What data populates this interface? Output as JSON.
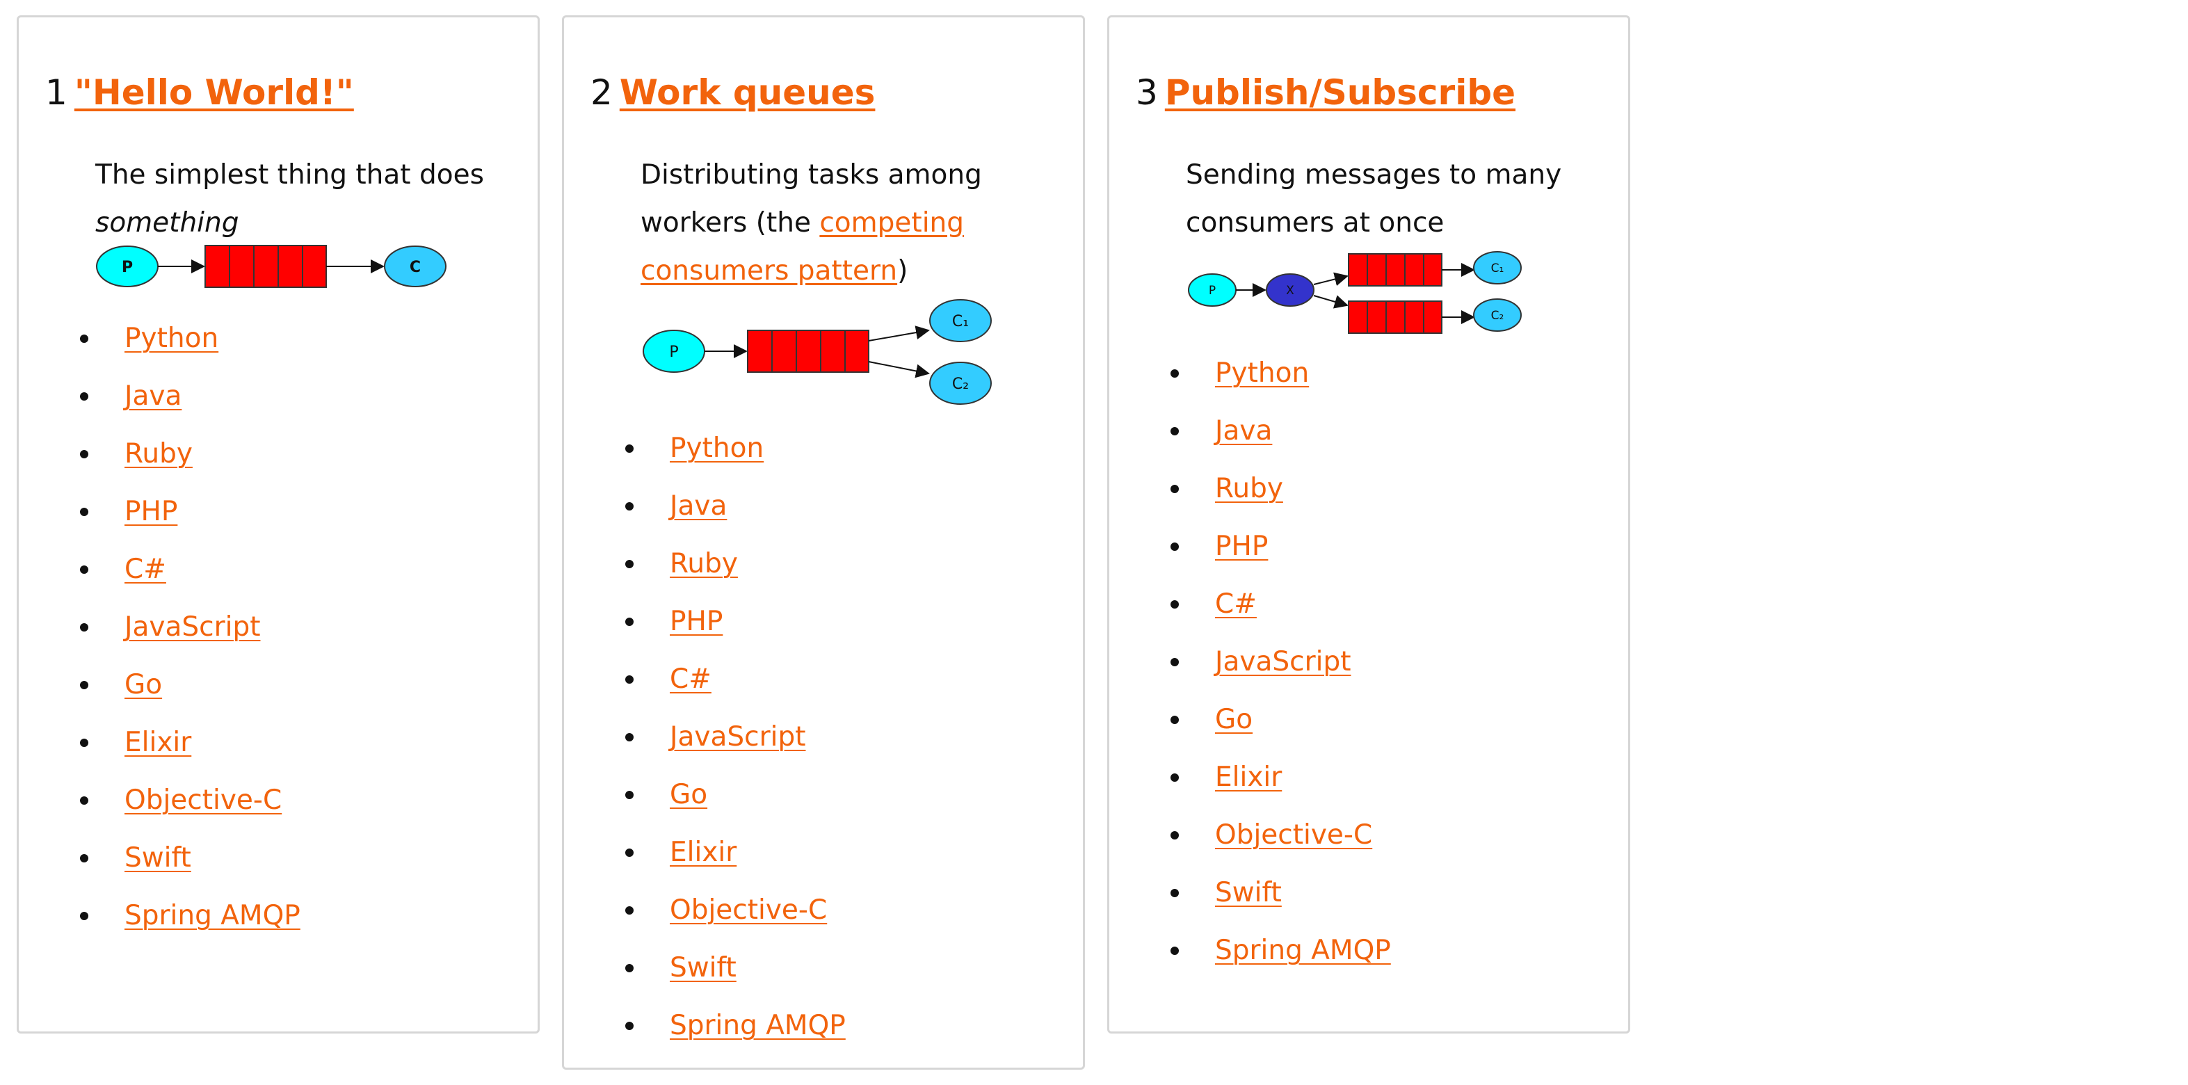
{
  "cards": [
    {
      "number": "1",
      "title": "\"Hello World!\"",
      "desc_text": "The simplest thing that does",
      "desc_italic": "something",
      "diagram": {
        "producer": "P",
        "consumer": "C",
        "queue_color": "#ff0000",
        "producer_color": "#00ffff",
        "consumer_color": "#33ccff"
      },
      "languages": [
        "Python",
        "Java",
        "Ruby",
        "PHP",
        "C#",
        "JavaScript",
        "Go",
        "Elixir",
        "Objective-C",
        "Swift",
        "Spring AMQP"
      ]
    },
    {
      "number": "2",
      "title": "Work queues",
      "desc_text": "Distributing tasks among workers (the",
      "desc_link": "competing consumers pattern",
      "desc_tail": ")",
      "diagram": {
        "producer": "P",
        "consumer1": "C₁",
        "consumer2": "C₂"
      },
      "languages": [
        "Python",
        "Java",
        "Ruby",
        "PHP",
        "C#",
        "JavaScript",
        "Go",
        "Elixir",
        "Objective-C",
        "Swift",
        "Spring AMQP"
      ]
    },
    {
      "number": "3",
      "title": "Publish/Subscribe",
      "desc_text": "Sending messages to many consumers at once",
      "diagram": {
        "producer": "P",
        "exchange": "X",
        "consumer1": "C₁",
        "consumer2": "C₂",
        "exchange_color": "#3333cc"
      },
      "languages": [
        "Python",
        "Java",
        "Ruby",
        "PHP",
        "C#",
        "JavaScript",
        "Go",
        "Elixir",
        "Objective-C",
        "Swift",
        "Spring AMQP"
      ]
    }
  ],
  "colors": {
    "link": "#f2630c",
    "border": "#d6d6d6"
  }
}
